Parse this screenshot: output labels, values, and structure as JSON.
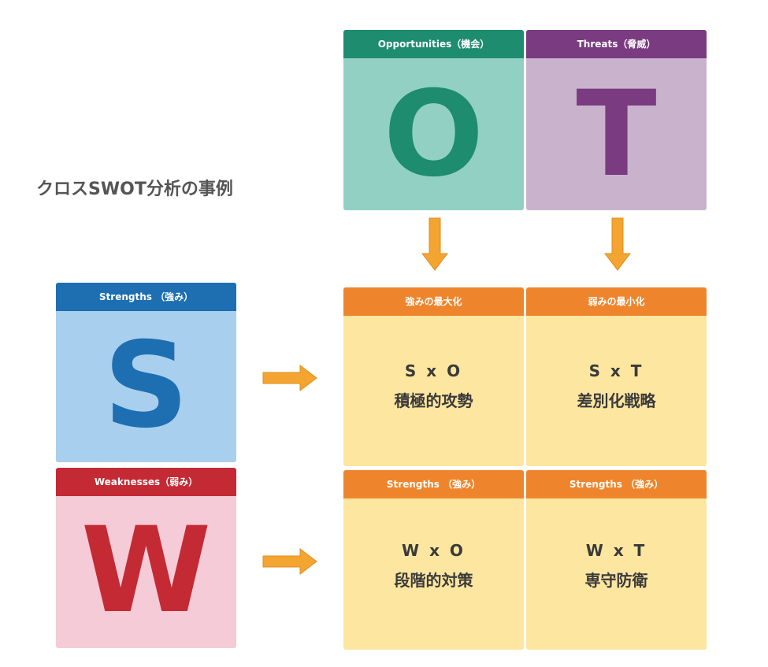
{
  "title": "クロスSWOT分析の事例",
  "colors": {
    "opp_header": "#1e8c6e",
    "opp_body": "#93d0c4",
    "thr_header": "#7a3b80",
    "thr_body": "#c9b3cc",
    "str_header": "#1d6fb2",
    "str_body": "#a9cfee",
    "weak_header": "#c42a34",
    "weak_body": "#f4cbd6",
    "cell_header": "#ee852d",
    "cell_body": "#fce6a0",
    "arrow": "#f4a431"
  },
  "opportunities": {
    "header": "Opportunities（機会）",
    "letter": "O"
  },
  "threats": {
    "header": "Threats（脅威）",
    "letter": "T"
  },
  "strengths": {
    "header": "Strengths （強み）",
    "letter": "S"
  },
  "weaknesses": {
    "header": "Weaknesses（弱み）",
    "letter": "W"
  },
  "matrix": {
    "so": {
      "header": "強みの最大化",
      "code": "S x O",
      "strategy": "積極的攻勢"
    },
    "st": {
      "header": "弱みの最小化",
      "code": "S x T",
      "strategy": "差別化戦略"
    },
    "wo": {
      "header": "Strengths （強み）",
      "code": "W x O",
      "strategy": "段階的対策"
    },
    "wt": {
      "header": "Strengths （強み）",
      "code": "W x T",
      "strategy": "専守防衛"
    }
  },
  "icons": [
    "arrow-down-icon",
    "arrow-right-icon"
  ]
}
